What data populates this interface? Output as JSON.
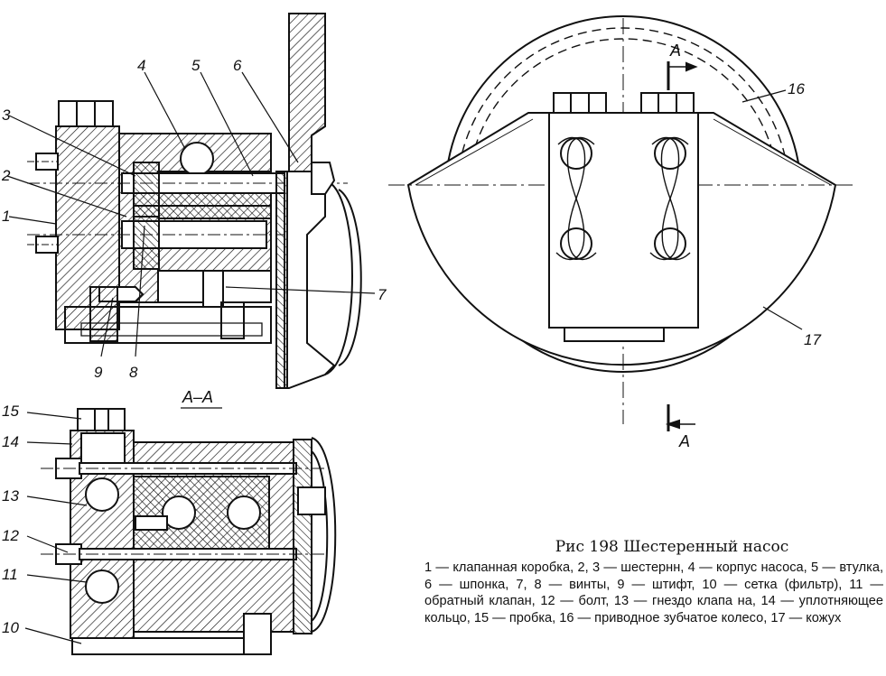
{
  "section_label": "А–А",
  "section_marks": [
    "А",
    "А"
  ],
  "callouts": [
    "1",
    "2",
    "3",
    "4",
    "5",
    "6",
    "7",
    "8",
    "9",
    "10",
    "11",
    "12",
    "13",
    "14",
    "15",
    "16",
    "17"
  ],
  "caption": {
    "title": "Рис 198 Шестеренный насос",
    "legend": "1 — клапанная коробка, 2, 3 — шестернн, 4 — корпус насоса, 5 — втулка, 6 — шпонка, 7, 8 — винты, 9 — штифт, 10 — сетка (фильтр), 11 — обратный клапан, 12 — болт, 13 — гнездо клапа на, 14 — уплотняющее кольцо, 15 — пробка, 16 — приводное зубчатое колесо, 17 — кожух"
  }
}
